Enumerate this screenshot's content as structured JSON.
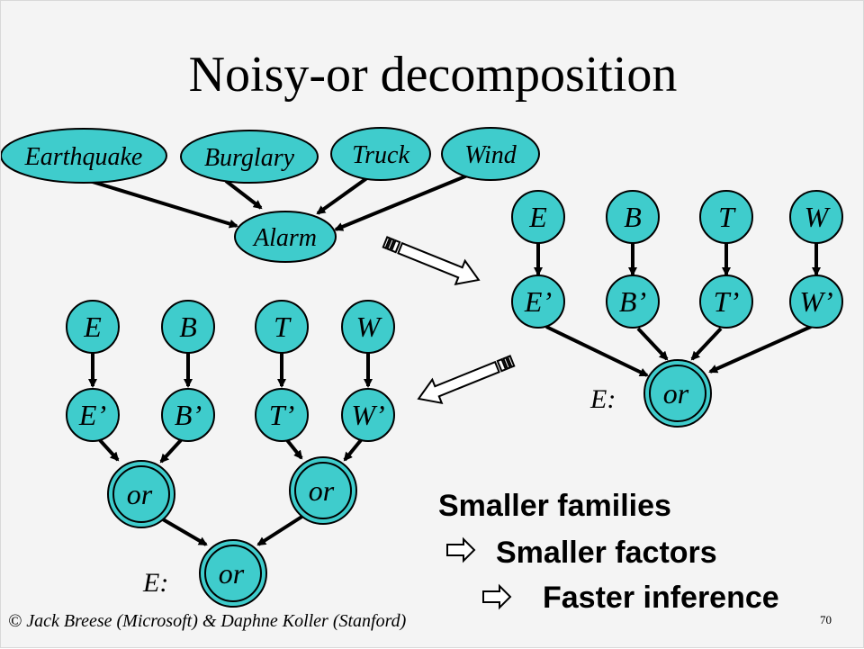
{
  "title": "Noisy-or decomposition",
  "colors": {
    "node_fill": "#3fcccc",
    "stroke": "#000000"
  },
  "top_network": {
    "parents": [
      "Earthquake",
      "Burglary",
      "Truck",
      "Wind"
    ],
    "child": "Alarm"
  },
  "right_network": {
    "top": [
      "E",
      "B",
      "T",
      "W"
    ],
    "middle": [
      "E’",
      "B’",
      "T’",
      "W’"
    ],
    "or_label": "or",
    "e_label": "E:"
  },
  "left_network": {
    "top": [
      "E",
      "B",
      "T",
      "W"
    ],
    "middle": [
      "E’",
      "B’",
      "T’",
      "W’"
    ],
    "or_left": "or",
    "or_right": "or",
    "or_bottom": "or",
    "e_label": "E:"
  },
  "bullets": [
    "Smaller families",
    "Smaller factors",
    "Faster inference"
  ],
  "footer": "© Jack Breese (Microsoft) & Daphne Koller (Stanford)",
  "page_number": "70"
}
